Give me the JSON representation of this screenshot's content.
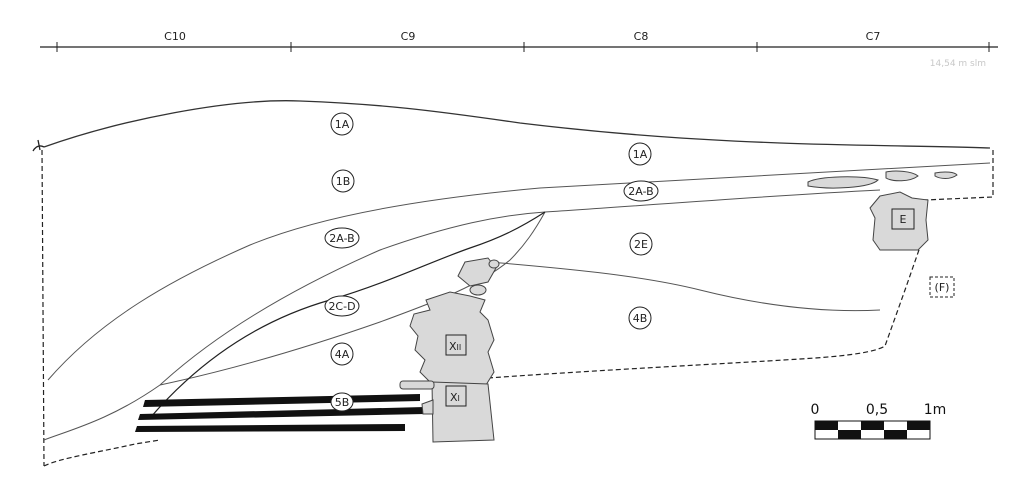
{
  "grid": {
    "labels": [
      "C10",
      "C9",
      "C8",
      "C7"
    ],
    "elevation": "14,54 m slm"
  },
  "layers": [
    {
      "id": "1A-left",
      "label": "1A"
    },
    {
      "id": "1A-right",
      "label": "1A"
    },
    {
      "id": "1B",
      "label": "1B"
    },
    {
      "id": "2AB-left",
      "label": "2A-B"
    },
    {
      "id": "2AB-right",
      "label": "2A-B"
    },
    {
      "id": "2E",
      "label": "2E"
    },
    {
      "id": "2CD",
      "label": "2C-D"
    },
    {
      "id": "4B",
      "label": "4B"
    },
    {
      "id": "4A",
      "label": "4A"
    },
    {
      "id": "5B",
      "label": "5B"
    }
  ],
  "features": {
    "E": "E",
    "F": "(F)",
    "XII_main": "X",
    "XII_sub": "II",
    "XI_main": "X",
    "XI_sub": "I"
  },
  "scale": {
    "labels": [
      "0",
      "0,5",
      "1m"
    ]
  }
}
